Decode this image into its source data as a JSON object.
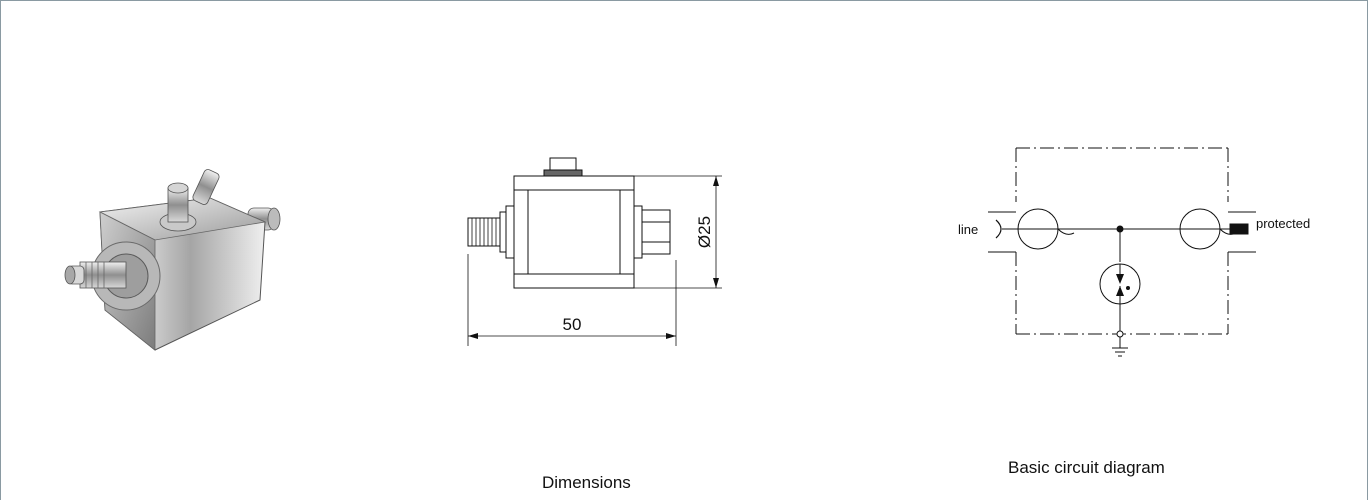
{
  "dimensions": {
    "caption": "Dimensions",
    "length_label": "50",
    "diameter_label": "Ø25"
  },
  "circuit": {
    "caption": "Basic circuit diagram",
    "line_label": "line",
    "protected_label": "protected"
  },
  "colors": {
    "frame": "#8a9aa2",
    "ink": "#111111",
    "metal_light": "#e6e6e6",
    "metal_dark": "#8c8c8c"
  }
}
